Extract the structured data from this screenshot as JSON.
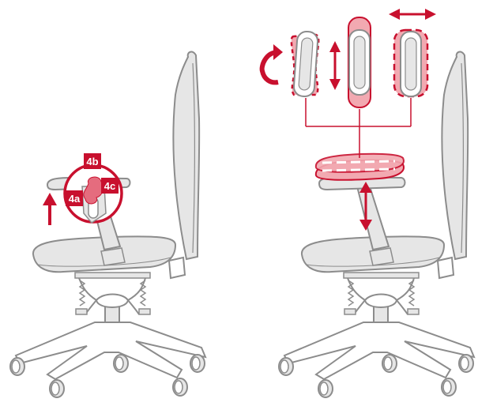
{
  "colors": {
    "background": "#ffffff",
    "chair_fill": "#e6e6e6",
    "chair_stroke": "#8c8c8c",
    "accent": "#c8102e",
    "accent_light": "#f2a9b1",
    "accent_mid": "#e56c7e",
    "label_text": "#ffffff"
  },
  "labels": {
    "armrest_height": "4a",
    "armrest_depth": "4b",
    "armrest_width": "4c"
  },
  "icons": {
    "rotate": "curved-arrow-icon",
    "vertical": "double-arrow-vertical-icon",
    "horizontal": "double-arrow-horizontal-icon",
    "up": "arrow-up-icon"
  }
}
